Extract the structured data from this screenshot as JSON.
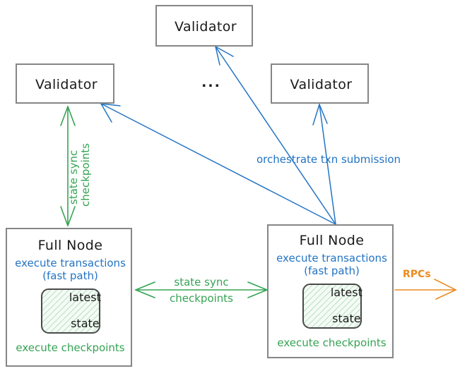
{
  "diagram": {
    "title_text": null,
    "colors": {
      "box_border": "#868686",
      "text_dark": "#1a1a1a",
      "blue": "#2374c4",
      "green": "#35a353",
      "orange": "#ec8b1e",
      "state_border": "#4a4a4a",
      "state_fill": "#f4fbf5",
      "background": "#ffffff"
    },
    "validators": [
      {
        "id": "validator-top",
        "label": "Validator"
      },
      {
        "id": "validator-left",
        "label": "Validator"
      },
      {
        "id": "validator-right",
        "label": "Validator"
      }
    ],
    "ellipsis": "...",
    "full_nodes": [
      {
        "id": "full-node-left",
        "title": "Full Node",
        "blue_line_1": "execute transactions",
        "blue_line_2": "(fast path)",
        "state_line_1": "latest",
        "state_line_2": "state",
        "green_footer": "execute checkpoints"
      },
      {
        "id": "full-node-right",
        "title": "Full Node",
        "blue_line_1": "execute transactions",
        "blue_line_2": "(fast path)",
        "state_line_1": "latest",
        "state_line_2": "state",
        "green_footer": "execute checkpoints"
      }
    ],
    "edge_labels": {
      "orchestrate": "orchestrate txn submission",
      "vertical_state_sync": "state sync",
      "vertical_checkpoints": "checkpoints",
      "middle_state_sync": "state sync",
      "middle_checkpoints": "checkpoints",
      "rpcs": "RPCs"
    }
  }
}
